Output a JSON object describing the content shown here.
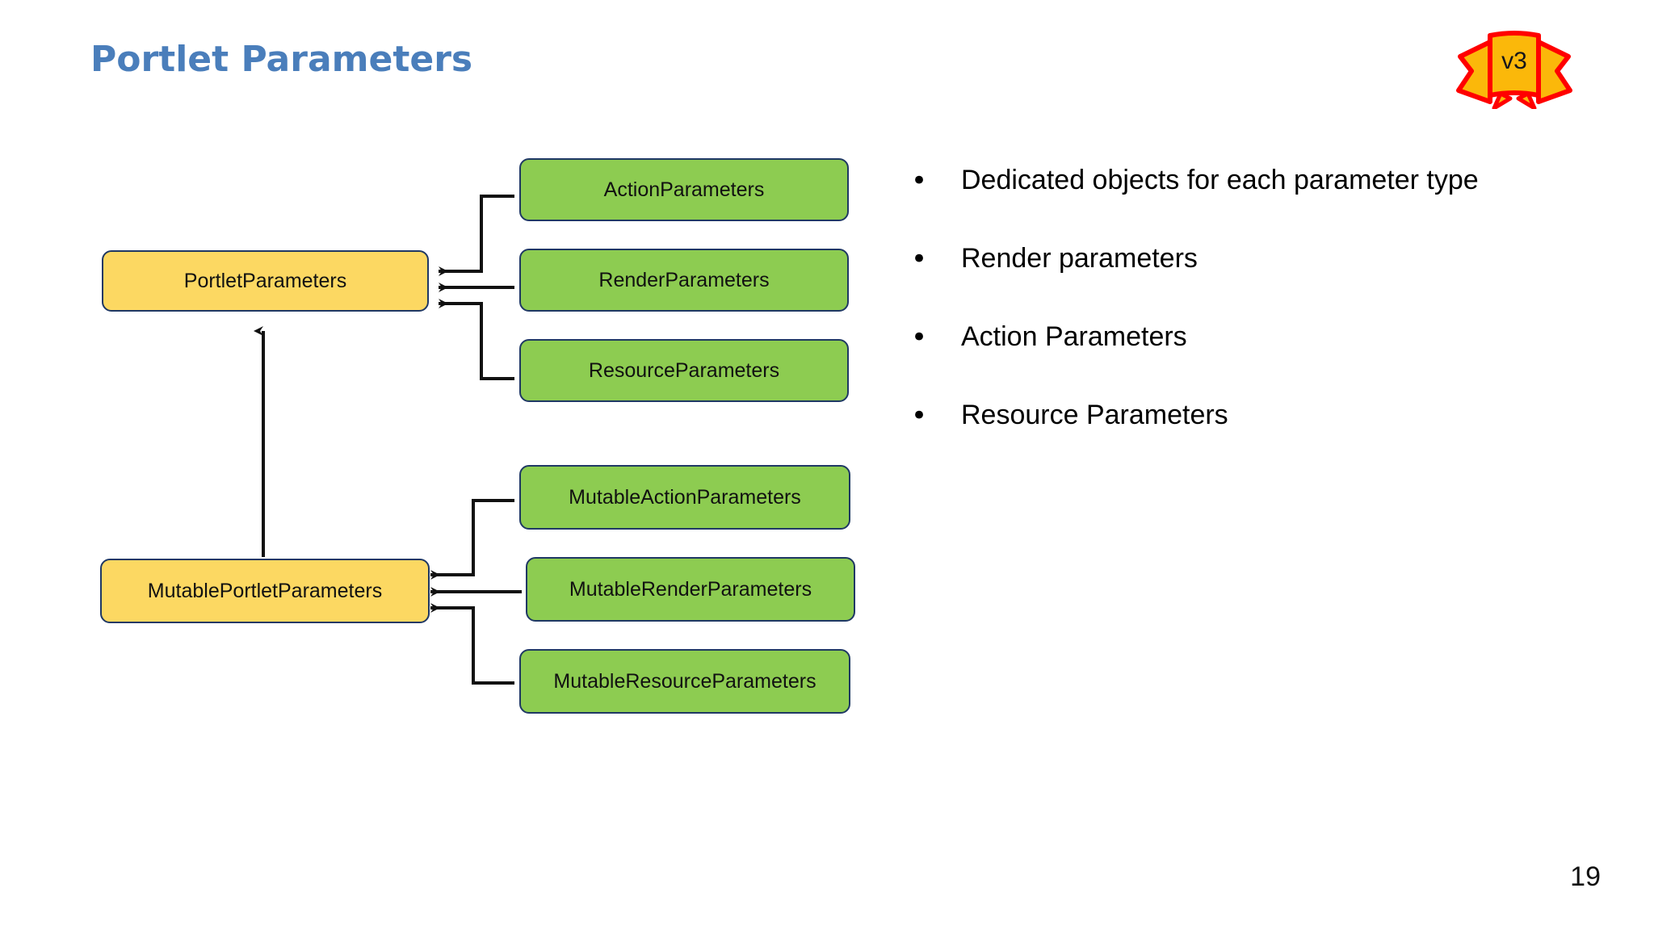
{
  "slide": {
    "title": "Portlet Parameters",
    "page_number": "19",
    "badge": {
      "label": "v3",
      "fill_color": "#FBB80A",
      "stroke_color": "#FF0000"
    },
    "title_color": "#4A7EBB",
    "background_color": "#FFFFFF"
  },
  "diagram": {
    "node_colors": {
      "base": "#FCD862",
      "derived": "#8DCC51",
      "border": "#1F3864",
      "connector": "#111111"
    },
    "groups": [
      {
        "base": {
          "label": "PortletParameters"
        },
        "derived": [
          {
            "label": "ActionParameters"
          },
          {
            "label": "RenderParameters"
          },
          {
            "label": "ResourceParameters"
          }
        ]
      },
      {
        "base": {
          "label": "MutablePortletParameters"
        },
        "derived": [
          {
            "label": "MutableActionParameters"
          },
          {
            "label": "MutableRenderParameters"
          },
          {
            "label": "MutableResourceParameters"
          }
        ]
      }
    ]
  },
  "bullets": {
    "marker": "•",
    "items": [
      {
        "text": "Dedicated objects for each parameter type"
      },
      {
        "text": "Render parameters"
      },
      {
        "text": "Action Parameters"
      },
      {
        "text": "Resource Parameters"
      }
    ]
  }
}
